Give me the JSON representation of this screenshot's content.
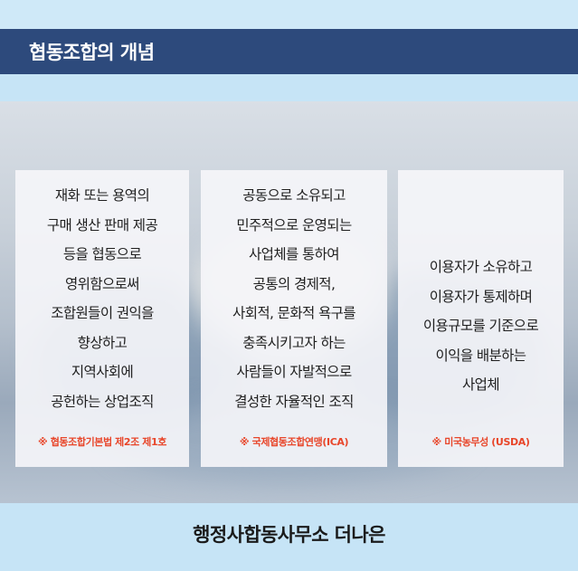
{
  "header": {
    "title": "협동조합의 개념"
  },
  "cards": [
    {
      "text": "재화 또는 용역의\n구매 생산 판매 제공\n등을 협동으로\n영위함으로써\n조합원들이 권익을\n향상하고\n지역사회에\n공헌하는 상업조직",
      "source": "※ 협동조합기본법 제2조 제1호"
    },
    {
      "text": "공동으로 소유되고\n민주적으로 운영되는\n사업체를 통하여\n공통의 경제적,\n사회적, 문화적 욕구를\n충족시키고자 하는\n사람들이 자발적으로\n결성한 자율적인 조직",
      "source": "※ 국제협동조합연맹(ICA)"
    },
    {
      "text": "이용자가 소유하고\n이용자가 통제하며\n이용규모를 기준으로\n이익을 배분하는\n사업체",
      "source": "※ 미국농무성 (USDA)"
    }
  ],
  "footer": {
    "company": "행정사합동사무소 더나은"
  },
  "colors": {
    "title_bar": "#2d4a7c",
    "background": "#c6e4f6",
    "source_text": "#e8462a"
  }
}
